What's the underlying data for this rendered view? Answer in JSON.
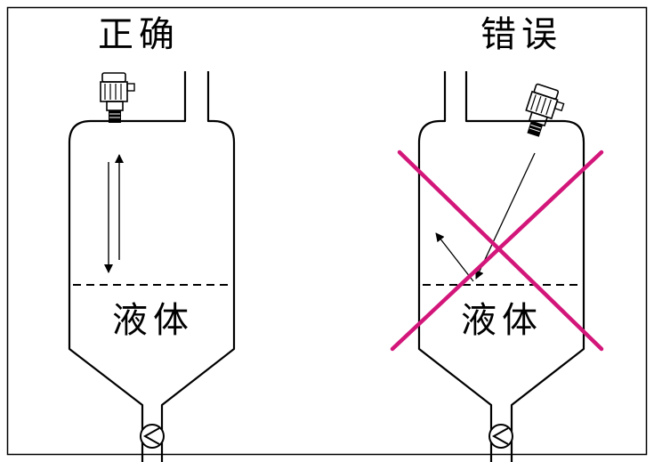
{
  "panels": {
    "correct": {
      "title": "正确",
      "liquid_label": "液体"
    },
    "wrong": {
      "title": "错误",
      "liquid_label": "液体"
    }
  },
  "colors": {
    "line": "#000000",
    "cross": "#d3167a",
    "background": "#ffffff"
  },
  "icons": {
    "sensor": "ultrasonic-level-sensor-icon",
    "valve": "valve-icon"
  }
}
